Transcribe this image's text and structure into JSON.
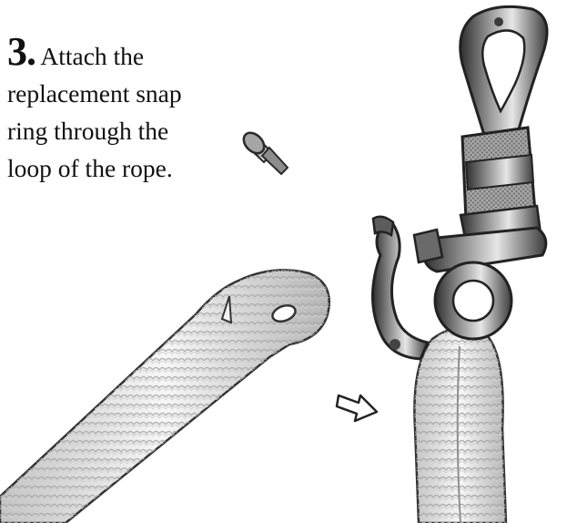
{
  "instruction": {
    "step_number": "3.",
    "lines": [
      "Attach the",
      "replacement snap",
      "ring through the",
      "loop of the rope."
    ]
  },
  "illustration": {
    "items": [
      "clevis-pin-icon",
      "rope-loop",
      "swivel-snap-shackle",
      "braided-rope",
      "arrow-icon"
    ],
    "colors": {
      "metal_dark": "#3a3a3a",
      "metal_mid": "#8a8a8a",
      "metal_light": "#d8d8d8",
      "rope": "#f2f2f2",
      "rope_shadow": "#b9b9b9",
      "outline": "#2a2a2a"
    }
  }
}
